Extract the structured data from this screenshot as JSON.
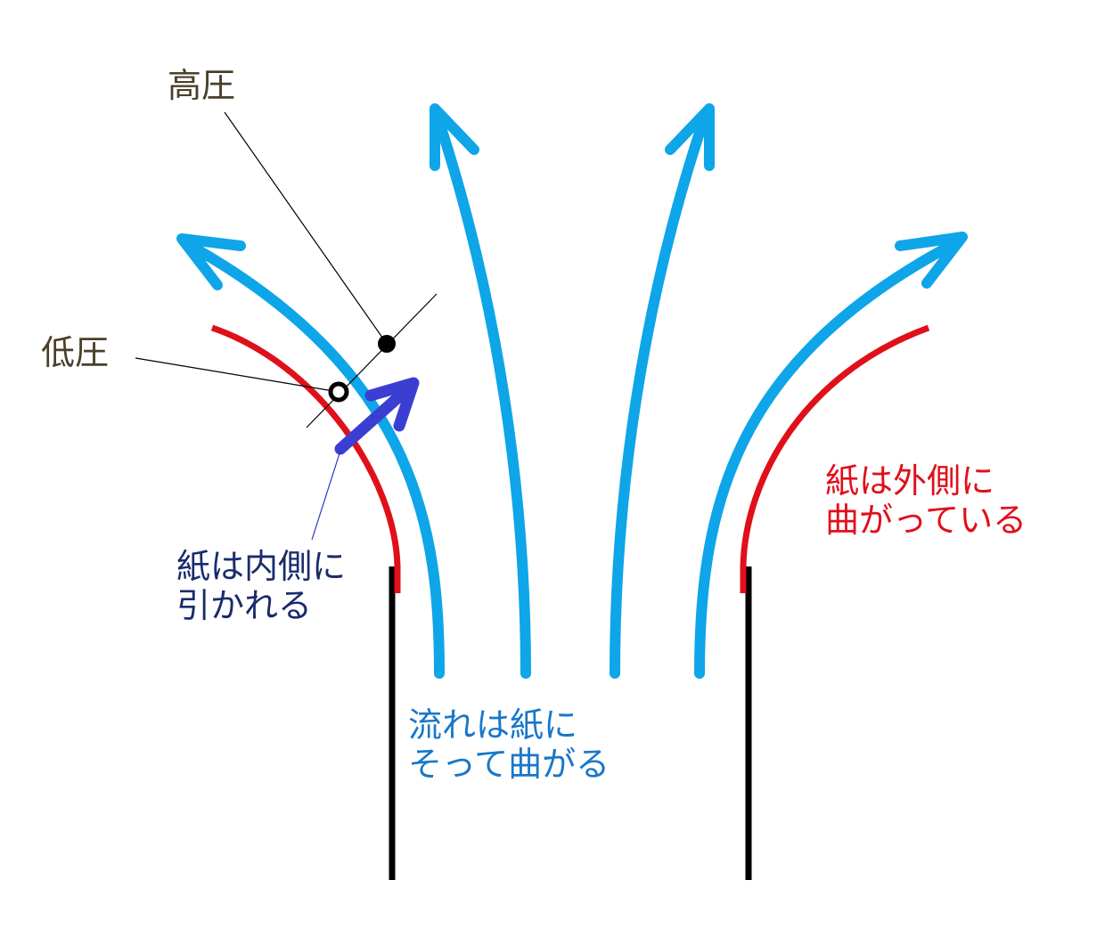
{
  "labels": {
    "high_pressure": "高圧",
    "low_pressure": "低圧",
    "paper_pulled_inward": [
      "紙は内側に",
      "引かれる"
    ],
    "paper_curved_outward": [
      "紙は外側に",
      "曲がっている"
    ],
    "flow_follows_paper": [
      "流れは紙に",
      "そって曲がる"
    ]
  },
  "colors": {
    "airflow": "#0ea5e9",
    "paper_edge": "#e0101a",
    "force_arrow": "#3b3fd1",
    "leader_line": "#000000",
    "force_leader_line": "#2b36c4",
    "tube_wall": "#000000",
    "pressure_label_text": "#4a3f2a",
    "paper_pulled_text": "#1a2b6b",
    "paper_curved_text": "#e0101a",
    "flow_text": "#1977c8"
  }
}
